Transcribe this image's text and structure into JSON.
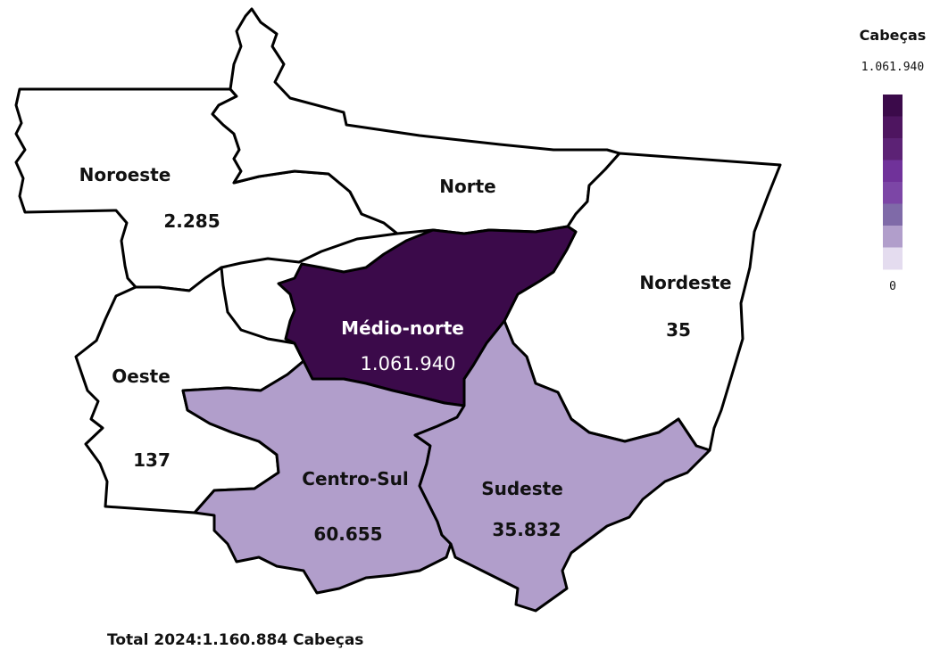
{
  "map": {
    "regions": [
      {
        "name": "Noroeste",
        "value": "2.285",
        "fill": "#ffffff"
      },
      {
        "name": "Norte",
        "value": "",
        "fill": "#ffffff"
      },
      {
        "name": "Nordeste",
        "value": "35",
        "fill": "#ffffff"
      },
      {
        "name": "Oeste",
        "value": "137",
        "fill": "#ffffff"
      },
      {
        "name": "Médio-norte",
        "value": "1.061.940",
        "fill": "#3b0a4a"
      },
      {
        "name": "Centro-Sul",
        "value": "60.655",
        "fill": "#b19ecb"
      },
      {
        "name": "Sudeste",
        "value": "35.832",
        "fill": "#b19ecb"
      }
    ]
  },
  "legend": {
    "title": "Cabeças",
    "max_label": "1.061.940",
    "min_label": "0",
    "ramp_colors": [
      "#3b0a4a",
      "#4e1560",
      "#5c2275",
      "#70329a",
      "#7c46a6",
      "#7f6aa8",
      "#b19ecb",
      "#e4dcef"
    ]
  },
  "footer": {
    "total_text": "Total 2024:1.160.884  Cabeças"
  }
}
